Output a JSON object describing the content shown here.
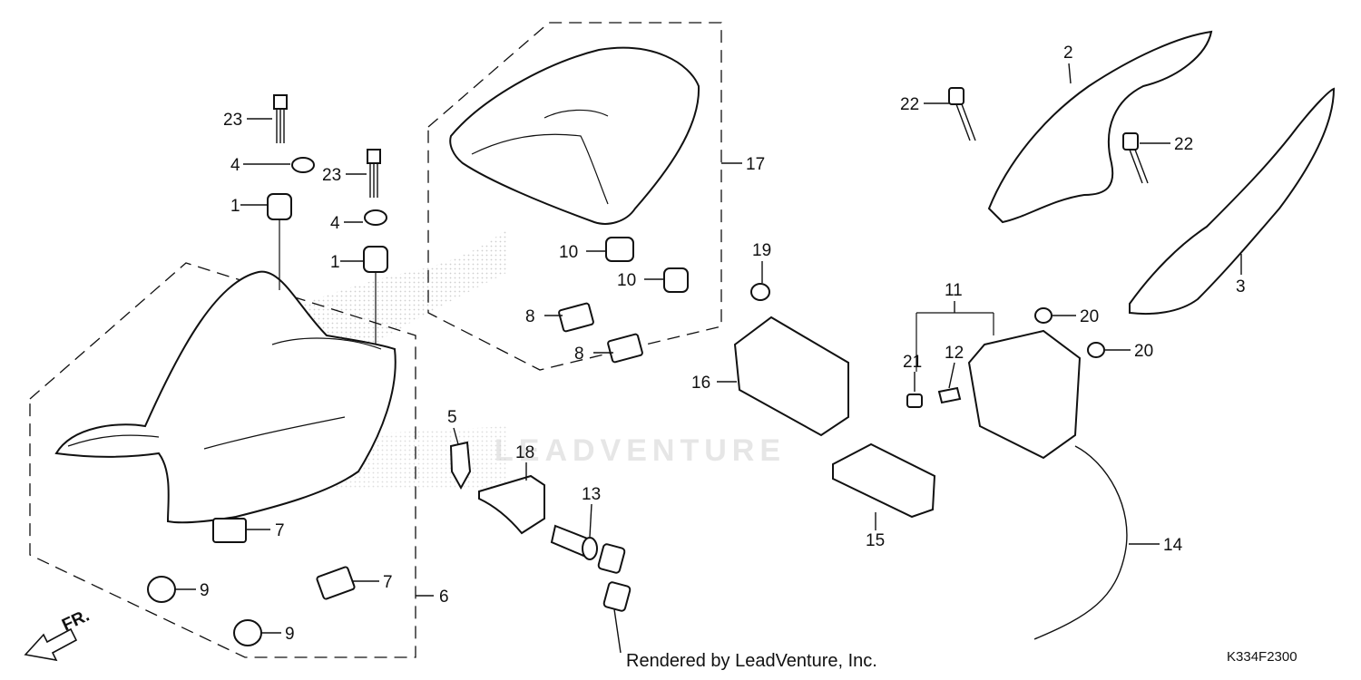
{
  "watermark": "LEADVENTURE",
  "credit": "Rendered by LeadVenture, Inc.",
  "diagram_code": "K334F2300",
  "direction_label": "FR.",
  "callouts": {
    "c1a": "1",
    "c1b": "1",
    "c2": "2",
    "c3": "3",
    "c4a": "4",
    "c4b": "4",
    "c5": "5",
    "c6": "6",
    "c7a": "7",
    "c7b": "7",
    "c8a": "8",
    "c8b": "8",
    "c9a": "9",
    "c9b": "9",
    "c10a": "10",
    "c10b": "10",
    "c11": "11",
    "c12": "12",
    "c13": "13",
    "c14": "14",
    "c15": "15",
    "c16": "16",
    "c17": "17",
    "c18": "18",
    "c19": "19",
    "c20a": "20",
    "c20b": "20",
    "c21": "21",
    "c22a": "22",
    "c22b": "22",
    "c23a": "23",
    "c23b": "23"
  }
}
